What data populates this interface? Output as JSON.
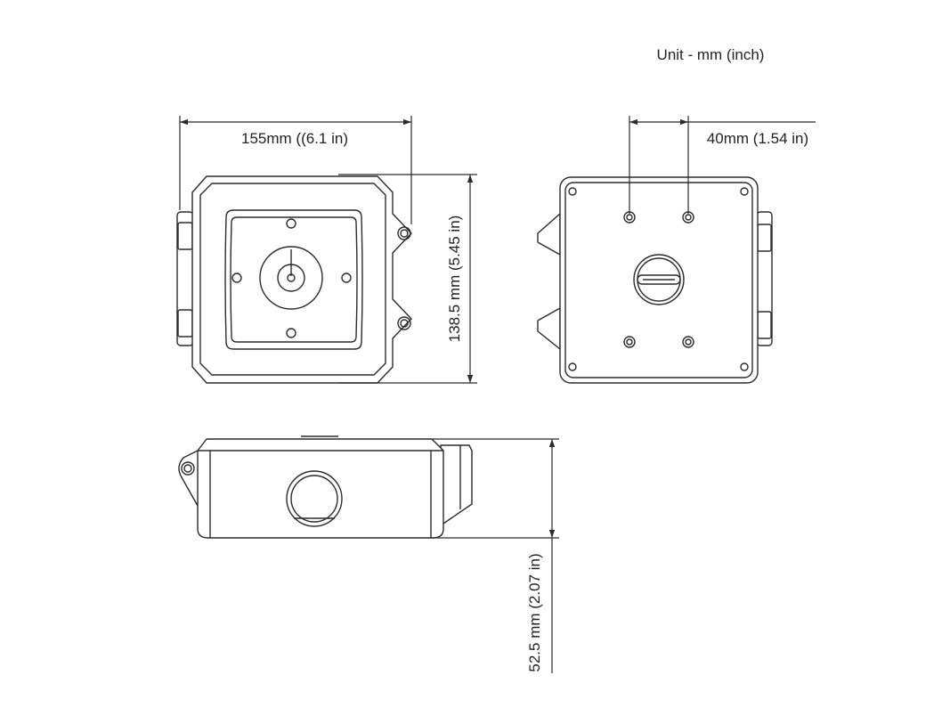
{
  "unit_label": "Unit - mm (inch)",
  "dimensions": {
    "width": "155mm ((6.1 in)",
    "height": "138.5 mm (5.45 in)",
    "hole_spacing": "40mm (1.54 in)",
    "depth": "52.5 mm (2.07 in)"
  },
  "colors": {
    "line": "#2b2b2b",
    "background": "#ffffff"
  }
}
